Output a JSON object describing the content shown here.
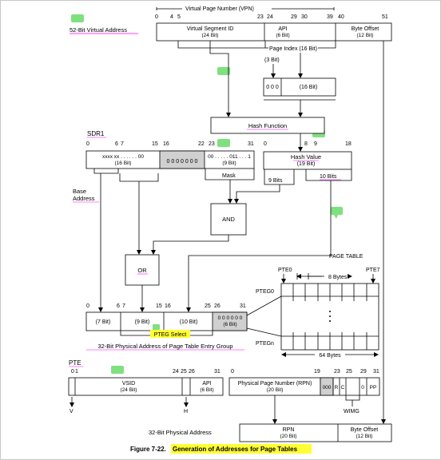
{
  "caption": {
    "prefix": "Figure 7-22. ",
    "title": "Generation of Addresses for Page Tables",
    "highlight_color": "#ffff33"
  },
  "annotation_color": "#7fe07f",
  "virtual_address": {
    "label": "52-Bit Virtual Address",
    "vpn_label": "Virtual Page Number (VPN)",
    "bit_numbers": [
      "0",
      "4",
      "5",
      "23",
      "24",
      "29",
      "30",
      "39",
      "40",
      "51"
    ],
    "fields": [
      {
        "name": "Virtual Segment ID",
        "size": "(24 Bit)"
      },
      {
        "name": "API",
        "size": "(6 Bit)"
      },
      {
        "name": "Byte Offset",
        "size": "(12 Bit)"
      }
    ],
    "page_index": "Page Index (16 Bit)"
  },
  "padded_index": {
    "top_label": "(3 Bit)",
    "zeros": "0 0 0",
    "size": "(16 Bit)"
  },
  "hash_function": "Hash Function",
  "sdr1": {
    "label": "SDR1",
    "bit_numbers": [
      "0",
      "6",
      "7",
      "15",
      "16",
      "22",
      "23",
      "31"
    ],
    "field1_value": "xxxx xx . . . . . . 00",
    "field1_size": "(16 Bit)",
    "field2_value": "0 0 0 0 0 0 0",
    "field3_value": "00 . . . . . 011 . . . 1",
    "field3_size": "(9 Bit)",
    "mask_label": "Mask"
  },
  "hash_value": {
    "bit_numbers": [
      "0",
      "8",
      "9",
      "18"
    ],
    "name": "Hash Value",
    "size": "(19 Bit)",
    "split_left": "9 Bits",
    "split_right": "10 Bits"
  },
  "base_address": {
    "line1": "Base",
    "line2": "Address"
  },
  "and_gate": "AND",
  "or_gate": "OR",
  "page_table": {
    "title": "PAGE TABLE",
    "pte_first": "PTE0",
    "pte_last": "PTE7",
    "byte_label": "8 Bytes",
    "group_first": "PTEG0",
    "group_last": "PTEGn",
    "row_width": "64 Bytes"
  },
  "pteg_address": {
    "bit_numbers": [
      "0",
      "6",
      "7",
      "15",
      "16",
      "25",
      "26",
      "31"
    ],
    "fields": [
      "(7 Bit)",
      "(9 Bit)",
      "(10 Bit)"
    ],
    "last_value": "0 0 0 0 0 0",
    "last_size": "(6 Bit)",
    "select_label": "PTEG Select",
    "label": "32-Bit Physical Address of Page Table Entry Group"
  },
  "pte": {
    "label": "PTE",
    "bit_numbers_left": [
      "0",
      "1",
      "24",
      "25",
      "26",
      "31"
    ],
    "vsid": "VSID",
    "vsid_size": "(24 Bit)",
    "api": "API",
    "api_size": "(6 Bit)",
    "v_label": "V",
    "h_label": "H",
    "bit_numbers_right": [
      "0",
      "19",
      "23",
      "25",
      "29",
      "31"
    ],
    "rpn": "Physical Page Number (RPN)",
    "rpn_size": "(20 Bit)",
    "small_fields": [
      "000",
      "R",
      "C",
      "0",
      "PP"
    ],
    "wimg_label": "WIMG"
  },
  "physical_address": {
    "label": "32-Bit Physical Address",
    "rpn": "RPN",
    "rpn_size": "(20 Bit)",
    "offset": "Byte Offset",
    "offset_size": "(12 Bit)"
  }
}
